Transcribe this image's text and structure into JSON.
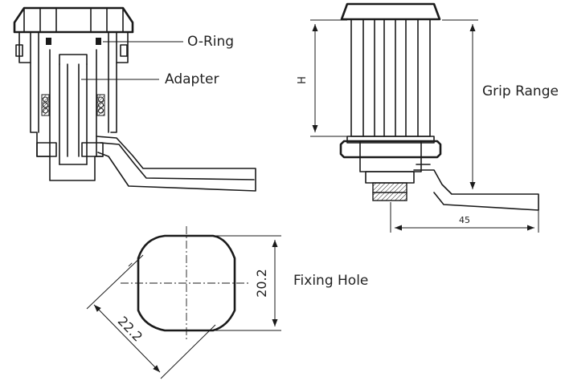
{
  "labels": {
    "o_ring": "O-Ring",
    "adapter": "Adapter",
    "grip_range": "Grip Range",
    "fixing_hole": "Fixing Hole"
  },
  "dimensions": {
    "height": "H",
    "length_45": "45",
    "hole_width": "20.2",
    "hole_diagonal": "22.2"
  }
}
